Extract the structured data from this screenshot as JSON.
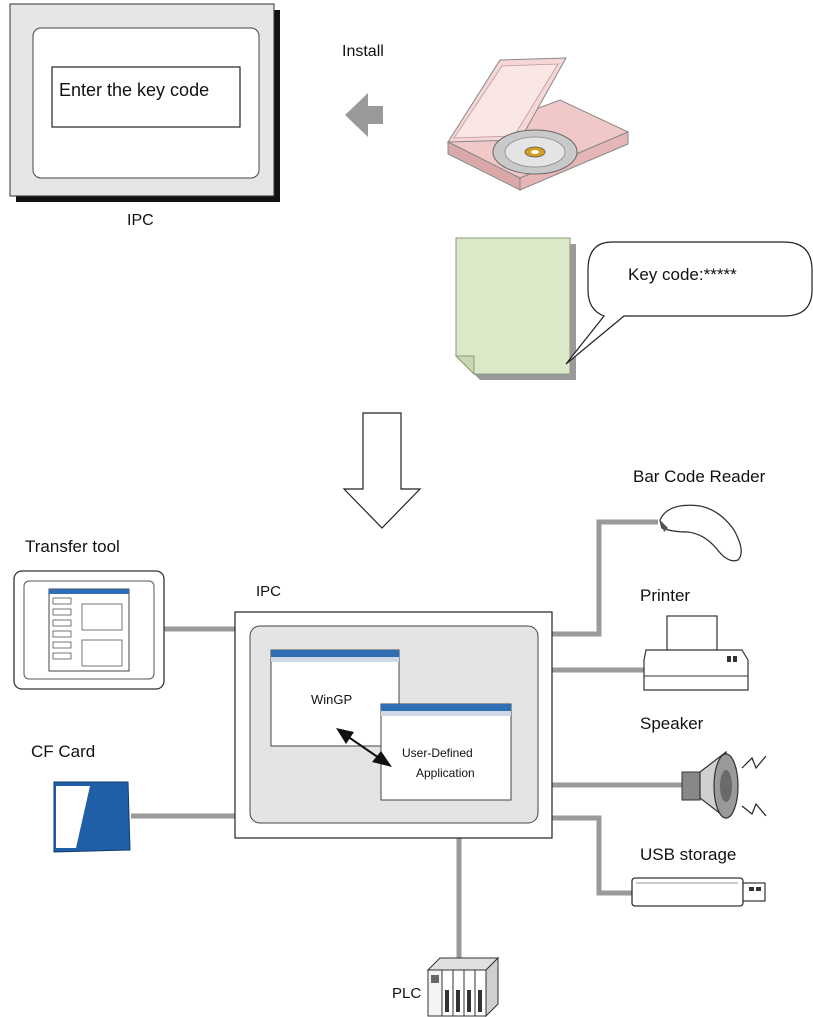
{
  "top": {
    "ipc_dialog_text": "Enter the key code",
    "ipc_label": "IPC",
    "install_label": "Install",
    "key_code_text": "Key code:*****"
  },
  "bottom": {
    "ipc_label": "IPC",
    "wingp_label": "WinGP",
    "user_app_line1": "User-Defined",
    "user_app_line2": "Application",
    "transfer_tool_label": "Transfer tool",
    "cf_card_label": "CF Card",
    "bar_code_reader_label": "Bar Code Reader",
    "printer_label": "Printer",
    "speaker_label": "Speaker",
    "usb_storage_label": "USB storage",
    "plc_label": "PLC"
  },
  "colors": {
    "accent_blue": "#1f5fa8",
    "window_header": "#2f6db5",
    "connector_gray": "#9a9a9a",
    "panel_gray": "#e4e4e4",
    "document_green": "#dce9c8",
    "cd_case_pink": "#f3c9c9"
  },
  "icons": [
    "left-arrow-icon",
    "cd-case-icon",
    "document-icon",
    "speech-bubble-icon",
    "down-arrow-icon",
    "monitor-icon",
    "cf-card-icon",
    "barcode-reader-icon",
    "printer-icon",
    "speaker-icon",
    "usb-stick-icon",
    "plc-icon"
  ]
}
